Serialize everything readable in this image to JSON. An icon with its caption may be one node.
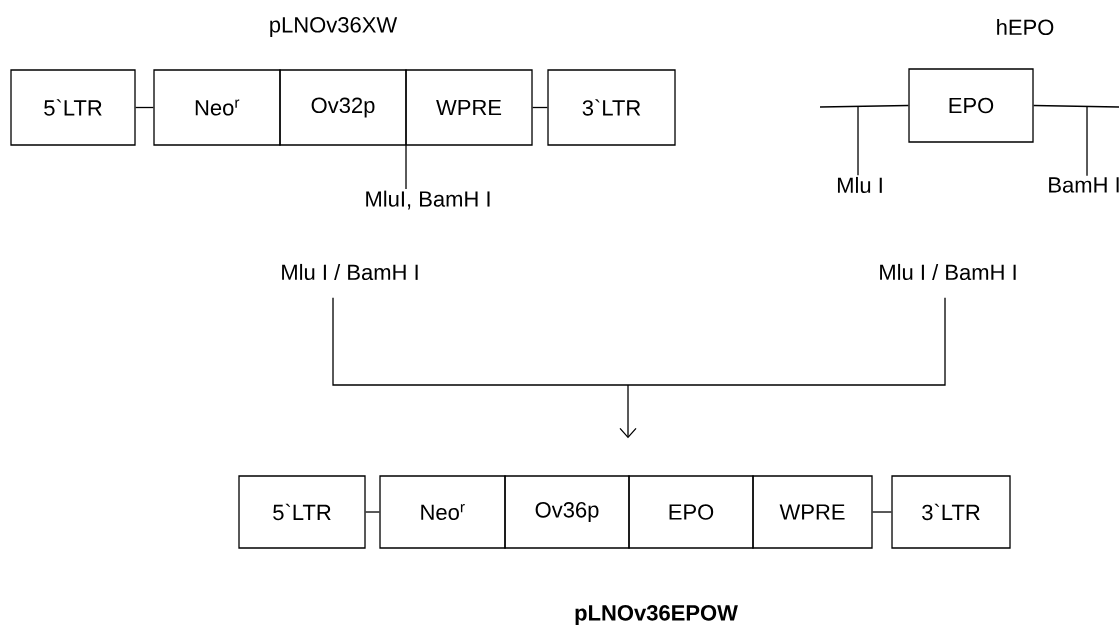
{
  "diagram": {
    "nodes": [
      {
        "text": [
          "5`LTR"
        ]
      },
      {
        "text": [
          "Neo$^{r}$"
        ]
      },
      {
        "text": [
          "Ov32p"
        ]
      },
      {
        "text": [
          "WPRE"
        ]
      },
      {
        "text": [
          "3`LTR"
        ]
      },
      {
        "text": [
          "EPO"
        ]
      },
      {
        "text": [
          "5`LTR"
        ]
      },
      {
        "text": [
          "Neo$^{r}$"
        ]
      },
      {
        "text": [
          "Ov36p"
        ]
      },
      {
        "text": [
          "EPO"
        ]
      },
      {
        "text": [
          "WPRE"
        ]
      },
      {
        "text": [
          "3`LTR"
        ]
      },
      {
        "text": [
          "MluI, BamH I"
        ]
      },
      {
        "text": [
          "Mlu I"
        ]
      },
      {
        "text": [
          "BamH I"
        ]
      },
      {
        "text": [
          "Mlu I / BamH I"
        ]
      },
      {
        "text": [
          "Mlu I / BamH I"
        ]
      }
    ],
    "edges": [
      {
        "from": 0,
        "to": 1,
        "arrow": "none"
      },
      {
        "from": 3,
        "to": 4,
        "arrow": "none"
      },
      {
        "from": null,
        "to": 5,
        "arrow": "none"
      },
      {
        "from": 5,
        "to": null,
        "arrow": "none"
      },
      {
        "from": 12,
        "to": 2,
        "arrow": "none"
      },
      {
        "from": 13,
        "to": null,
        "arrow": "none"
      },
      {
        "from": 14,
        "to": null,
        "arrow": "none"
      },
      {
        "from": 15,
        "to": 8,
        "arrow": "to"
      },
      {
        "from": 16,
        "to": 8,
        "arrow": "to"
      },
      {
        "from": 6,
        "to": 7,
        "arrow": "none"
      },
      {
        "from": 10,
        "to": 11,
        "arrow": "none"
      }
    ],
    "labels": [
      "pLNOv36XW",
      "hEPO",
      "pLNOv36EPOW"
    ]
  }
}
